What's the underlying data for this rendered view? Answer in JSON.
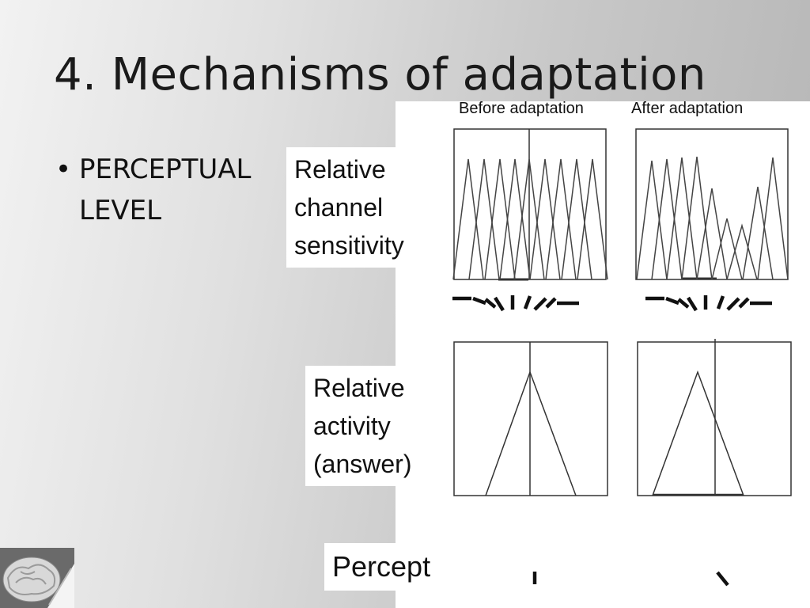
{
  "slide": {
    "title": "4. Mechanisms of adaptation",
    "bullet": {
      "symbol": "•",
      "text": "PERCEPTUAL LEVEL"
    }
  },
  "figure": {
    "headers": {
      "before": "Before adaptation",
      "after": "After adaptation"
    },
    "row_labels": {
      "sensitivity": "Relative channel sensitivity",
      "activity": "Relative activity (answer)",
      "percept": "Percept"
    }
  },
  "colors": {
    "ink": "#111111",
    "panel_bg": "#ffffff"
  }
}
